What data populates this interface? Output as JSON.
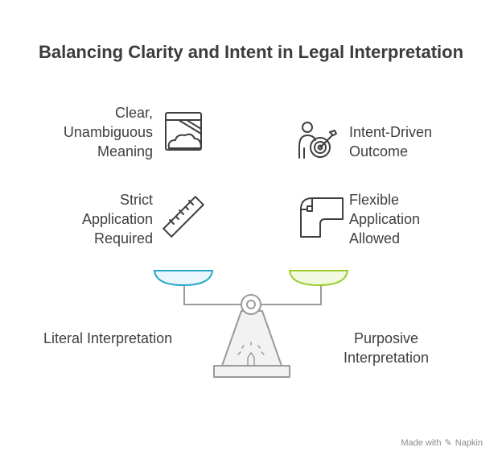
{
  "title": "Balancing Clarity and Intent in Legal Interpretation",
  "left": {
    "item1": "Clear,\nUnambiguous\nMeaning",
    "item2": "Strict\nApplication\nRequired",
    "side_label": "Literal Interpretation",
    "icons": [
      "window-cloud-icon",
      "ruler-icon"
    ],
    "pan_color": "#2aa6c9"
  },
  "right": {
    "item1": "Intent-Driven\nOutcome",
    "item2": "Flexible\nApplication\nAllowed",
    "side_label": "Purposive\nInterpretation",
    "icons": [
      "person-target-icon",
      "bent-pipe-icon"
    ],
    "pan_color": "#9ccc2c"
  },
  "credit": {
    "prefix": "Made with",
    "brand": "Napkin"
  }
}
